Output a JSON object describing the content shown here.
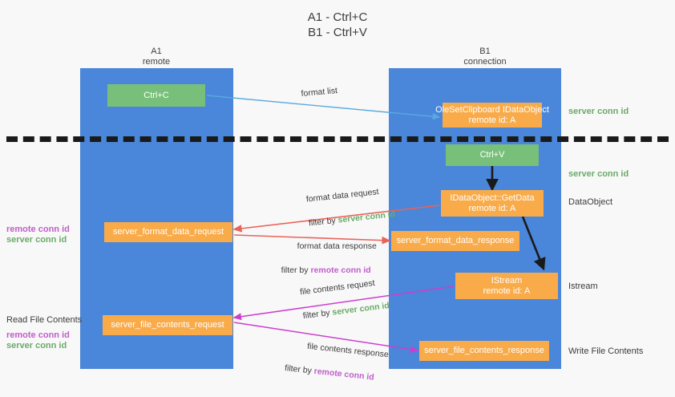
{
  "title": {
    "line1": "A1 - Ctrl+C",
    "line2": "B1 - Ctrl+V"
  },
  "columns": [
    {
      "name": "A1",
      "sub": "remote"
    },
    {
      "name": "B1",
      "sub": "connection"
    }
  ],
  "boxes": {
    "ctrl_c": "Ctrl+C",
    "set_clipboard": "OleSetClipboard IDataObject\nremote id: A",
    "ctrl_v": "Ctrl+V",
    "get_data": "IDataObject::GetData\nremote id: A",
    "istream": "IStream\nremote id: A",
    "server_format_data_request": "server_format_data_request",
    "server_format_data_response": "server_format_data_response",
    "server_file_contents_request": "server_file_contents_request",
    "server_file_contents_response": "server_file_contents_response"
  },
  "arrows": {
    "format_list": "format list",
    "format_data_request": "format data request",
    "format_data_request_filter_prefix": "filter by ",
    "format_data_request_filter_value": "server conn id",
    "format_data_response": "format data response",
    "format_data_response_filter_prefix": "filter by ",
    "format_data_response_filter_value": "remote conn id",
    "file_contents_request": "file contents request",
    "file_contents_request_filter_prefix": "filter by ",
    "file_contents_request_filter_value": "server conn id",
    "file_contents_response": "file contents response",
    "file_contents_response_filter_prefix": "filter by ",
    "file_contents_response_filter_value": "remote conn id"
  },
  "right_labels": {
    "server_conn_id_top": "server conn id",
    "server_conn_id_second": "server conn id",
    "dataobject": "DataObject",
    "istream": "Istream",
    "write_file_contents": "Write File Contents"
  },
  "left_labels": {
    "remote_conn_id_upper": "remote conn id",
    "server_conn_id_upper": "server conn id",
    "read_file_contents": "Read File Contents",
    "remote_conn_id_lower": "remote conn id",
    "server_conn_id_lower": "server conn id"
  },
  "colors": {
    "lane": "#4a86d9",
    "green_box": "#78c07a",
    "orange_box": "#f9ab4a",
    "red_arrow": "#e8635a",
    "purple_arrow": "#cc3fcc",
    "blue_arrow": "#59a9e0",
    "black_arrow": "#1a1a1a",
    "green_text": "#6aab68",
    "purple_text": "#c05ecb"
  }
}
